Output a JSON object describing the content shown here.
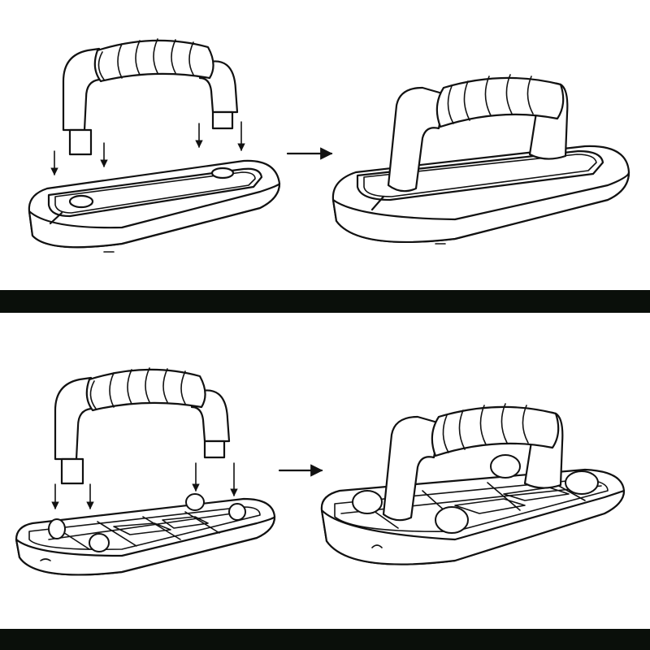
{
  "figure": {
    "panels": [
      {
        "id": "top",
        "variant": "flat-base",
        "steps": [
          "handle-above-base",
          "handle-mounted"
        ]
      },
      {
        "id": "bottom",
        "variant": "wheeled-base",
        "steps": [
          "handle-above-base",
          "handle-mounted"
        ]
      }
    ],
    "colors": {
      "line": "#111111",
      "background": "#ffffff",
      "divider": "#0a0f0a"
    },
    "icons": [
      "down-arrow-icon",
      "right-arrow-icon"
    ]
  }
}
